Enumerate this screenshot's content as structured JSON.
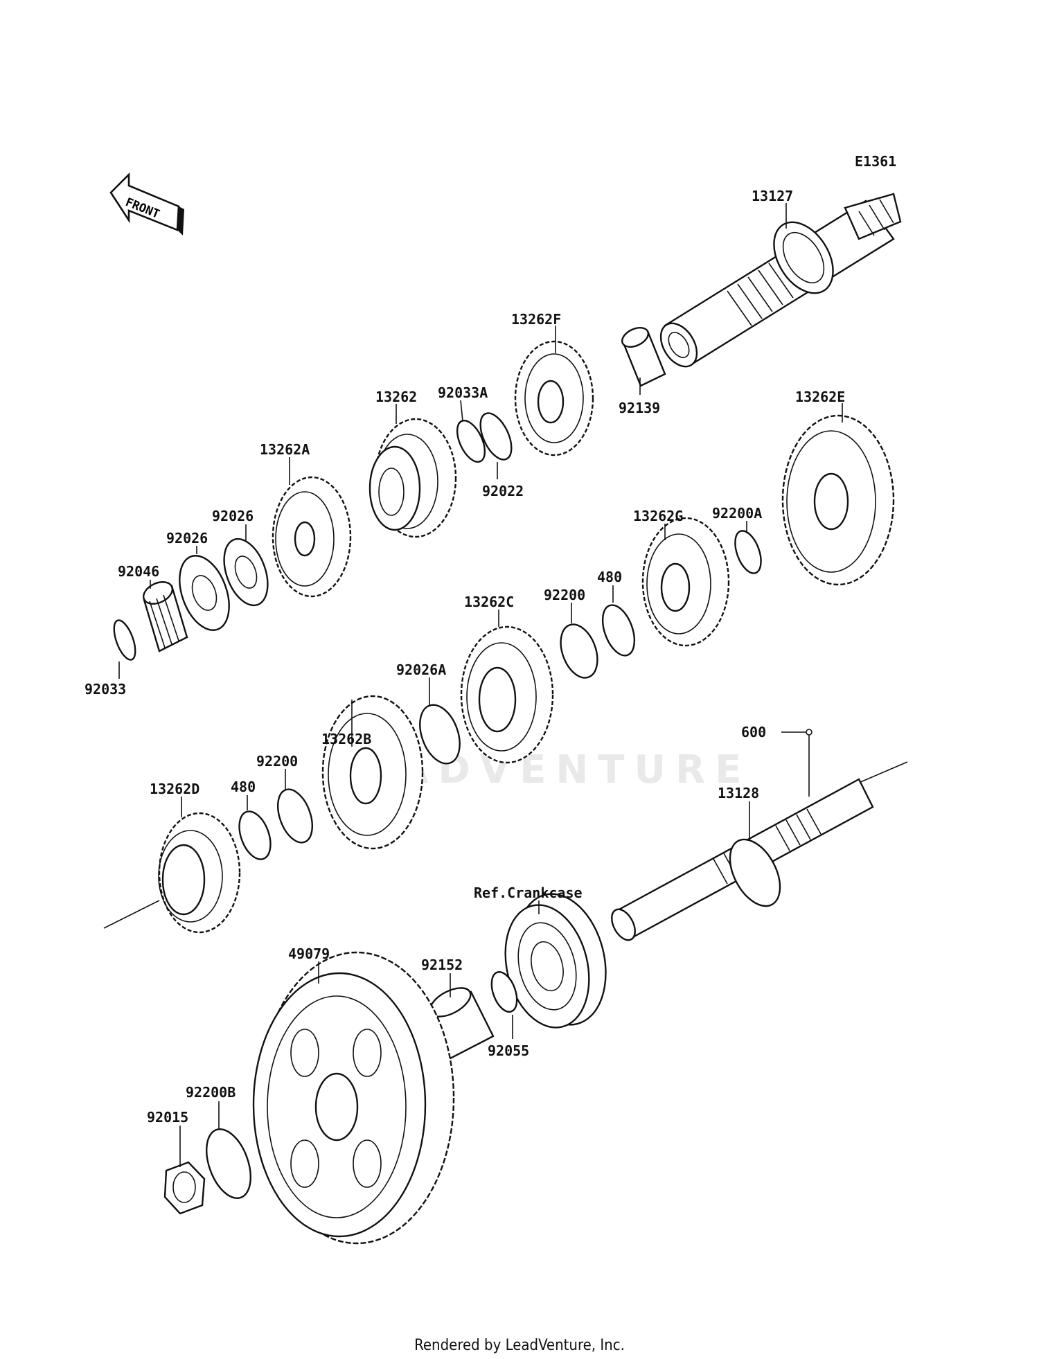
{
  "diagram_code": "E1361",
  "front_arrow_label": "FRONT",
  "watermark": "ADVENTURE",
  "reference_label": "Ref.Crankcase",
  "footer": "Rendered by LeadVenture, Inc.",
  "parts": [
    {
      "id": "13127"
    },
    {
      "id": "13262F"
    },
    {
      "id": "92139"
    },
    {
      "id": "13262"
    },
    {
      "id": "92033A"
    },
    {
      "id": "92022"
    },
    {
      "id": "13262E"
    },
    {
      "id": "13262A"
    },
    {
      "id": "92026"
    },
    {
      "id": "92026"
    },
    {
      "id": "92046"
    },
    {
      "id": "92033"
    },
    {
      "id": "13262G"
    },
    {
      "id": "92200A"
    },
    {
      "id": "480"
    },
    {
      "id": "92200"
    },
    {
      "id": "13262C"
    },
    {
      "id": "13262B"
    },
    {
      "id": "92026A"
    },
    {
      "id": "92200"
    },
    {
      "id": "480"
    },
    {
      "id": "13262D"
    },
    {
      "id": "600"
    },
    {
      "id": "13128"
    },
    {
      "id": "49079"
    },
    {
      "id": "92152"
    },
    {
      "id": "92055"
    },
    {
      "id": "92200B"
    },
    {
      "id": "92015"
    }
  ]
}
